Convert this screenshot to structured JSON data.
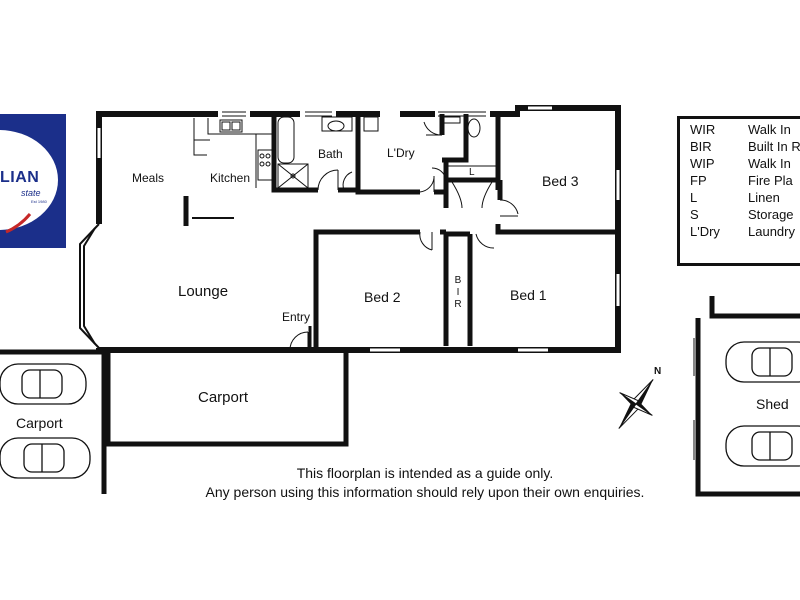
{
  "logo": {
    "name": "LIAN",
    "subtitle": "state",
    "est": "Est 1980"
  },
  "rooms": {
    "meals": "Meals",
    "kitchen": "Kitchen",
    "bath": "Bath",
    "laundry": "L'Dry",
    "linen": "L",
    "bed3": "Bed 3",
    "lounge": "Lounge",
    "bed2": "Bed 2",
    "bir": [
      "B",
      "I",
      "R"
    ],
    "bed1": "Bed 1",
    "entry": "Entry",
    "carport_main": "Carport",
    "carport_left": "Carport",
    "shed": "Shed"
  },
  "compass": {
    "north": "N"
  },
  "legend": [
    {
      "key": "WIR",
      "value": "Walk In"
    },
    {
      "key": "BIR",
      "value": "Built In R"
    },
    {
      "key": "WIP",
      "value": "Walk In"
    },
    {
      "key": "FP",
      "value": "Fire Pla"
    },
    {
      "key": "L",
      "value": "Linen"
    },
    {
      "key": "S",
      "value": "Storage"
    },
    {
      "key": "L'Dry",
      "value": "Laundry"
    }
  ],
  "disclaimer": [
    "This floorplan is intended as a guide only.",
    "Any person using this information should rely upon their own enquiries."
  ],
  "colors": {
    "wall": "#111111",
    "logo_blue": "#1b2f8a",
    "logo_red": "#c62828"
  }
}
